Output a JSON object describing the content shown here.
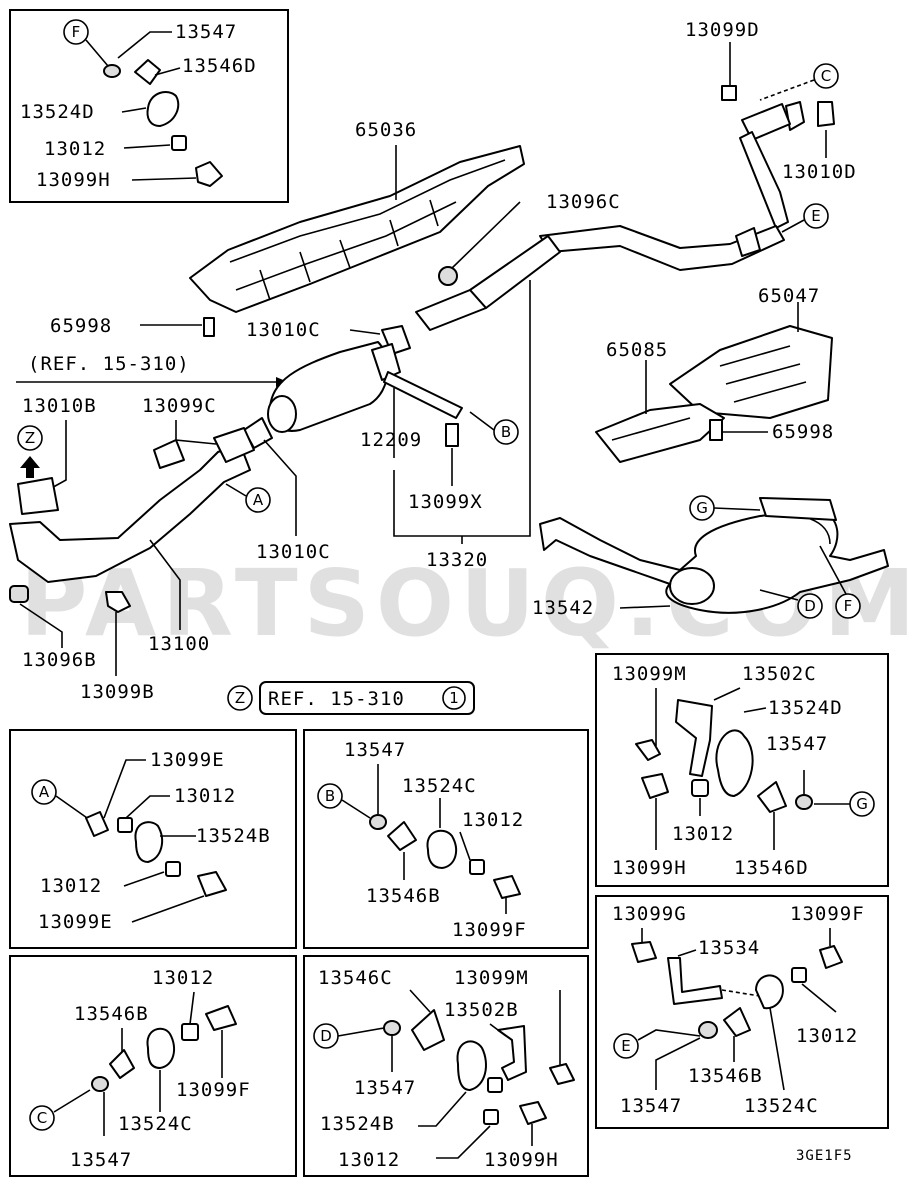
{
  "watermark": "PARTSOUQ.COM",
  "diagram_code": "3GE1F5",
  "ref_main": "(REF. 15-310)",
  "ref_z_label": "REF. 15-310",
  "ref_z_num": "1",
  "callouts": {
    "a": "A",
    "b": "B",
    "c": "C",
    "d": "D",
    "e": "E",
    "f": "F",
    "g": "G",
    "z": "Z"
  },
  "labels": {
    "p13547": "13547",
    "p13546D": "13546D",
    "p13524D": "13524D",
    "p13012": "13012",
    "p13099H": "13099H",
    "p65036": "65036",
    "p13099D": "13099D",
    "p13010D": "13010D",
    "p13096C": "13096C",
    "p65998": "65998",
    "p13010C": "13010C",
    "p65047": "65047",
    "p65085": "65085",
    "p13010B": "13010B",
    "p13099C": "13099C",
    "p12209": "12209",
    "p13099X": "13099X",
    "p13320": "13320",
    "p13100": "13100",
    "p13096B": "13096B",
    "p13099B": "13099B",
    "p13542": "13542",
    "p13099M": "13099M",
    "p13502C": "13502C",
    "p13546B": "13546B",
    "p13524C": "13524C",
    "p13099F": "13099F",
    "p13099E": "13099E",
    "p13524B": "13524B",
    "p13546C": "13546C",
    "p13502B": "13502B",
    "p13099G": "13099G",
    "p13534": "13534"
  }
}
